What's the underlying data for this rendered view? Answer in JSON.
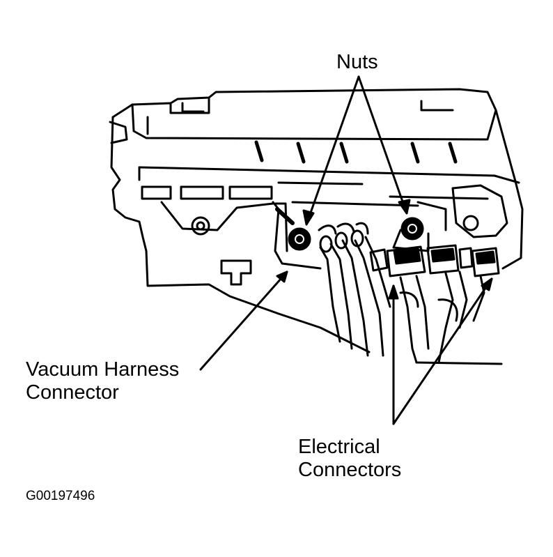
{
  "labels": {
    "nuts": "Nuts",
    "vacuum_harness_connector": [
      "Vacuum Harness",
      "Connector"
    ],
    "electrical_connectors": [
      "Electrical",
      "Connectors"
    ]
  },
  "figure_id": "G00197496",
  "colors": {
    "ink": "#000000",
    "paper": "#ffffff"
  }
}
